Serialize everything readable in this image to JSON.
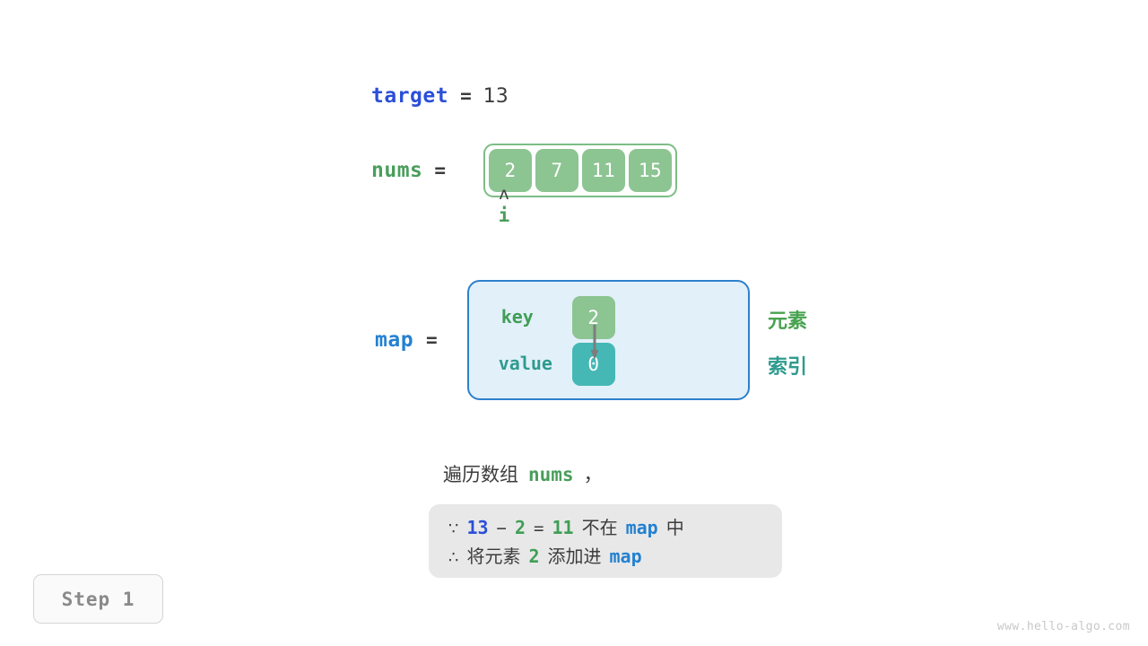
{
  "target": {
    "name": "target",
    "equals": "=",
    "value": "13"
  },
  "nums": {
    "name": "nums",
    "equals": "=",
    "cells": [
      "2",
      "7",
      "11",
      "15"
    ]
  },
  "pointer": {
    "caret": "ʌ",
    "label": "i"
  },
  "map": {
    "name": "map",
    "equals": "=",
    "key_label": "key",
    "value_label": "value",
    "key_value": "2",
    "value_value": "0",
    "annotation_element": "元素",
    "annotation_index": "索引"
  },
  "caption": {
    "prefix": "遍历数组",
    "keyword": "nums",
    "suffix": "，"
  },
  "explanation": {
    "line1": {
      "symbol": "∵",
      "a": "13",
      "minus": "−",
      "b": "2",
      "eq": "=",
      "result": "11",
      "text_not_in": "不在",
      "map": "map",
      "text_in": "中"
    },
    "line2": {
      "symbol": "∴",
      "text_add": "将元素",
      "element": "2",
      "text_into": "添加进",
      "map": "map"
    }
  },
  "step_badge": {
    "label": "Step 1"
  },
  "watermark": {
    "text": "www.hello-algo.com"
  },
  "colors": {
    "target_blue": "#2b4fd8",
    "map_blue": "#2481d0",
    "nums_green": "#4a9e5c",
    "cell_green": "#8cc492",
    "cell_teal": "#45b8b5",
    "map_box_fill": "#e2f0fa",
    "map_box_border": "#2e80cc",
    "explain_bg": "#e8e8e8",
    "badge_text": "#8a8a8a"
  }
}
